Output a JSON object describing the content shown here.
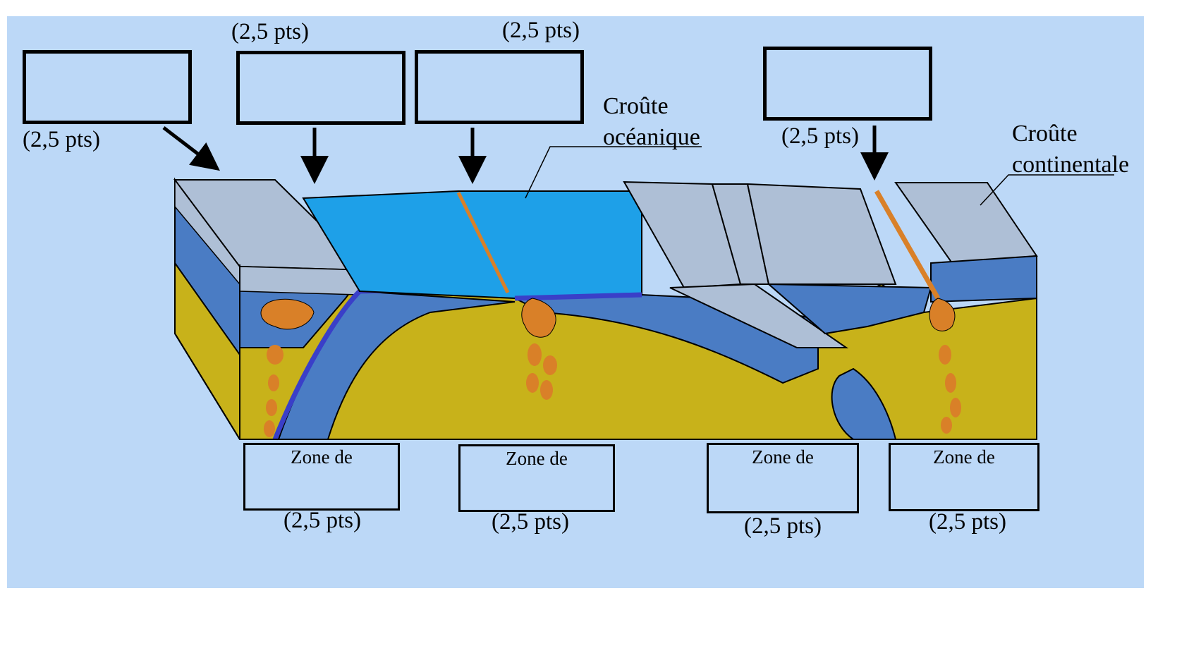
{
  "points_label": "(2,5 pts)",
  "zone_prefix": "Zone de",
  "labels": {
    "oceanic_crust": [
      "Croûte",
      "océanique"
    ],
    "continental_crust": [
      "Croûte",
      "continentale"
    ]
  },
  "colors": {
    "background": "#bcd8f7",
    "ocean": "#1ea0e8",
    "lithosphere_blue": "#4a7cc4",
    "subduction_slab": "#3a3fc8",
    "asthenosphere": "#c8b21a",
    "crust_grey": "#aebfd6",
    "magma": "#d98028"
  }
}
